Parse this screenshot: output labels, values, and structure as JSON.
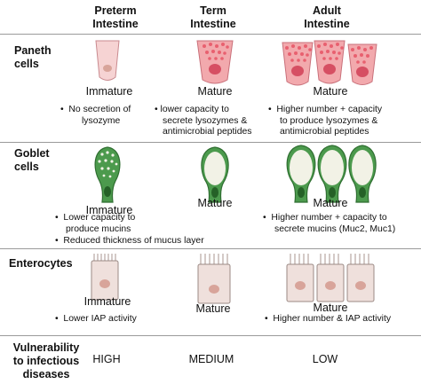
{
  "headers": {
    "preterm": [
      "Preterm",
      "Intestine"
    ],
    "term": [
      "Term",
      "Intestine"
    ],
    "adult": [
      "Adult",
      "Intestine"
    ]
  },
  "paneth": {
    "label": [
      "Paneth",
      "cells"
    ],
    "preterm_state": "Immature",
    "preterm_bullets": [
      "No secretion of",
      "lysozyme"
    ],
    "term_state": "Mature",
    "term_bullets": [
      "lower capacity to",
      "secrete lysozymes &",
      "antimicrobial peptides"
    ],
    "adult_state": "Mature",
    "adult_bullets": [
      "Higher number + capacity",
      "to produce lysozymes &",
      "antimicrobial peptides"
    ]
  },
  "goblet": {
    "label": [
      "Goblet",
      "cells"
    ],
    "preterm_state": "Immature",
    "preterm_bullets": [
      "Lower capacity to",
      "produce mucins"
    ],
    "preterm_bullet2": "Reduced thickness of mucus layer",
    "term_state": "Mature",
    "adult_state": "Mature",
    "adult_bullets": [
      "Higher number + capacity to",
      "secrete mucins (Muc2, Muc1)"
    ]
  },
  "enterocytes": {
    "label": "Enterocytes",
    "preterm_state": "Immature",
    "preterm_bullet": "Lower IAP activity",
    "term_state": "Mature",
    "adult_state": "Mature",
    "adult_bullet": "Higher number & IAP activity"
  },
  "vulnerability": {
    "label": [
      "Vulnerability",
      "to infectious",
      "diseases"
    ],
    "preterm": "HIGH",
    "term": "MEDIUM",
    "adult": "LOW"
  },
  "colors": {
    "paneth_light": "#f6d3d3",
    "paneth_dark": "#f2a9ad",
    "paneth_nucleus": "#d64f63",
    "goblet_fill": "#4c9a4d",
    "goblet_outline": "#2f6e31",
    "goblet_granule": "#f2f2e6",
    "goblet_nucleus": "#256127",
    "entero_fill": "#efe0dc",
    "entero_outline": "#9b8a85",
    "entero_nucleus": "#d8a49a",
    "row_divider": "#9a9a9a"
  }
}
